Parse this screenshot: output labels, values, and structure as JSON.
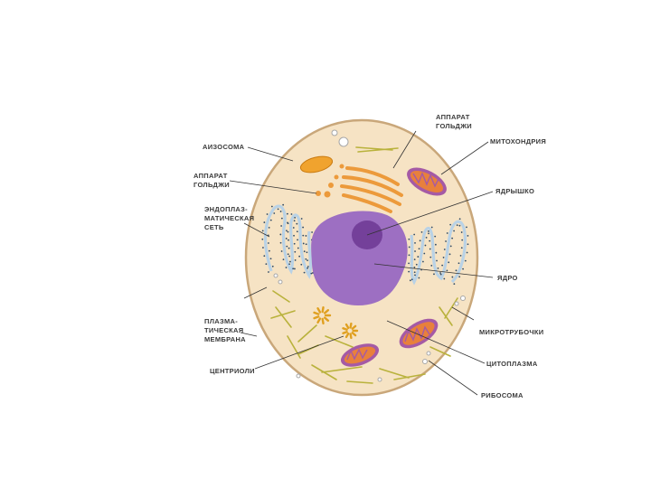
{
  "labels": {
    "lysosome": "АИЗОСОМА",
    "golgi_left_line1": "АППАРАТ",
    "golgi_left_line2": "ГОЛЬДЖИ",
    "golgi_top_line1": "АППАРАТ",
    "golgi_top_line2": "ГОЛЬДЖИ",
    "mitochondria": "МИТОХОНДРИЯ",
    "er_line1": "ЭНДОПЛАЗ-",
    "er_line2": "МАТИЧЕСКАЯ",
    "er_line3": "СЕТЬ",
    "nucleolus": "ЯДРЫШКО",
    "nucleus": "ЯДРО",
    "membrane_line1": "ПЛАЗМА-",
    "membrane_line2": "ТИЧЕСКАЯ",
    "membrane_line3": "МЕМБРАНА",
    "microtubules": "МИКРОТРУБОЧКИ",
    "centrioles": "ЦЕНТРИОЛИ",
    "cytoplasm": "ЦИТОПЛАЗМА",
    "ribosome": "РИБОСОМА"
  },
  "colors": {
    "cytoplasm": "#f6e3c4",
    "membrane": "#c9a77a",
    "nucleus": "#9d6fc2",
    "nucleolus": "#74409a",
    "golgi": "#ec9a3b",
    "lysosome": "#f0a32e",
    "mitochondria_outer": "#a55aa5",
    "mitochondria_inner": "#e8803c",
    "er": "#b9d2e6",
    "microtubules": "#b9b23c"
  }
}
